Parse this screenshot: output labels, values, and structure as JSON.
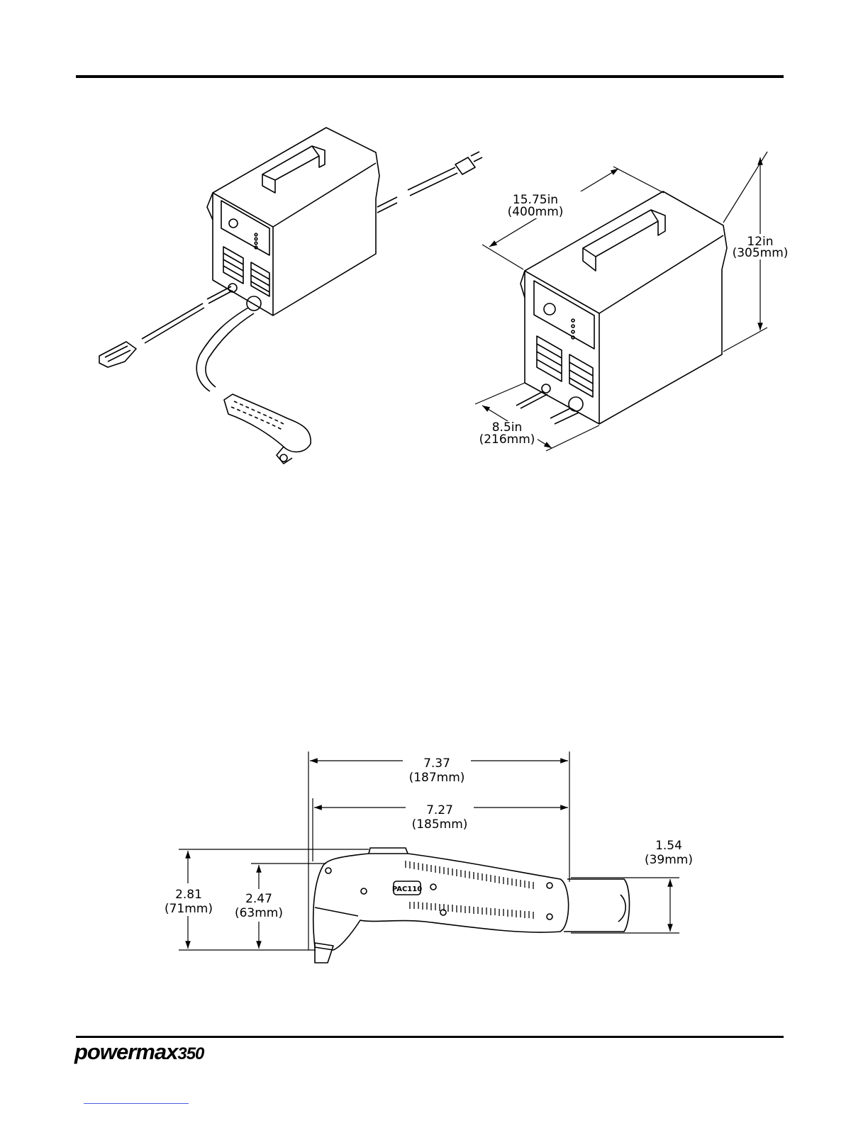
{
  "unit_dims": {
    "length": {
      "imperial": "15.75in",
      "metric": "(400mm)"
    },
    "height": {
      "imperial": "12in",
      "metric": "(305mm)"
    },
    "width": {
      "imperial": "8.5in",
      "metric": "(216mm)"
    }
  },
  "torch": {
    "label": "PAC110",
    "overall_length": {
      "imperial": "7.37",
      "metric": "(187mm)"
    },
    "body_length": {
      "imperial": "7.27",
      "metric": "(185mm)"
    },
    "overall_height": {
      "imperial": "2.81",
      "metric": "(71mm)"
    },
    "head_height": {
      "imperial": "2.47",
      "metric": "(63mm)"
    },
    "handle_dia": {
      "imperial": "1.54",
      "metric": "(39mm)"
    }
  },
  "footer": {
    "brand": "powermax",
    "model": "350"
  }
}
